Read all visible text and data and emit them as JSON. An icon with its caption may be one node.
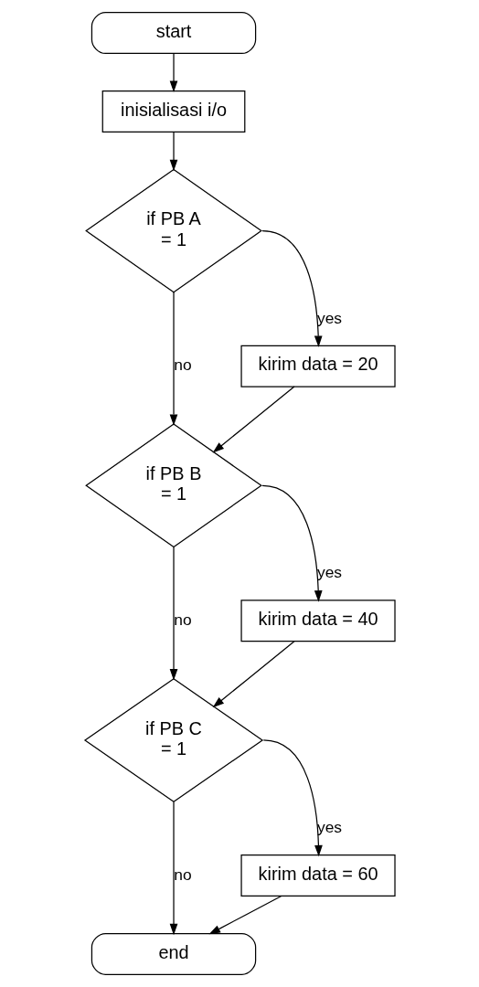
{
  "diagram": {
    "nodes": [
      {
        "text": [
          "start"
        ]
      },
      {
        "text": [
          "inisialisasi i/o"
        ]
      },
      {
        "text": [
          "if PB A = 1"
        ]
      },
      {
        "text": [
          "kirim data = 20"
        ]
      },
      {
        "text": [
          "if PB B = 1"
        ]
      },
      {
        "text": [
          "kirim data = 40"
        ]
      },
      {
        "text": [
          "if PB C = 1"
        ]
      },
      {
        "text": [
          "kirim data = 60"
        ]
      },
      {
        "text": [
          "end"
        ]
      }
    ],
    "edges": [
      {
        "from": 0,
        "to": 1,
        "arrow": "to"
      },
      {
        "from": 1,
        "to": 2,
        "arrow": "to"
      },
      {
        "from": 2,
        "to": 3,
        "arrow": "to",
        "label": "yes"
      },
      {
        "from": 2,
        "to": 4,
        "arrow": "to",
        "label": "no"
      },
      {
        "from": 3,
        "to": 4,
        "arrow": "to"
      },
      {
        "from": 4,
        "to": 5,
        "arrow": "to",
        "label": "yes"
      },
      {
        "from": 4,
        "to": 6,
        "arrow": "to",
        "label": "no"
      },
      {
        "from": 5,
        "to": 6,
        "arrow": "to"
      },
      {
        "from": 6,
        "to": 7,
        "arrow": "to",
        "label": "yes"
      },
      {
        "from": 6,
        "to": 8,
        "arrow": "to",
        "label": "no"
      },
      {
        "from": 7,
        "to": 8,
        "arrow": "to"
      }
    ]
  }
}
